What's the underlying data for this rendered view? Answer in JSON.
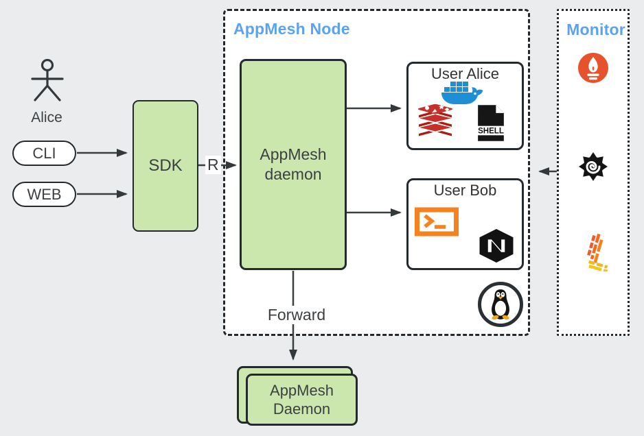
{
  "colors": {
    "background": "#eaecee",
    "panel_white": "#ffffff",
    "box_green": "#cbe7ae",
    "outline_dark": "#24292e",
    "title_blue": "#5ba3f1",
    "prometheus_orange": "#e6522c",
    "docker_blue": "#1e8fd5",
    "redis_red": "#c6302b",
    "terminal_orange": "#f5821f",
    "nginx_black": "#121212",
    "loki_orange": "#f4671f",
    "loki_yellow": "#f2c218"
  },
  "actor": {
    "label": "Alice",
    "icon": "person-actor-icon"
  },
  "pills": {
    "cli": "CLI",
    "web": "WEB"
  },
  "sdk": {
    "label": "SDK"
  },
  "edge_labels": {
    "request": "R",
    "forward": "Forward"
  },
  "node": {
    "title": "AppMesh Node",
    "daemon_label": "AppMesh daemon",
    "user_alice": {
      "title": "User Alice",
      "icons": [
        "docker-icon",
        "redis-icon",
        "shell-script-icon"
      ]
    },
    "user_bob": {
      "title": "User Bob",
      "icons": [
        "terminal-icon",
        "nginx-icon"
      ]
    },
    "os_icon": "linux-tux-icon"
  },
  "stack": {
    "label": "AppMesh Daemon"
  },
  "monitor": {
    "title": "Monitor",
    "icons": [
      "prometheus-icon",
      "grafana-icon",
      "loki-icon"
    ]
  },
  "shell_icon_text": "SHELL"
}
